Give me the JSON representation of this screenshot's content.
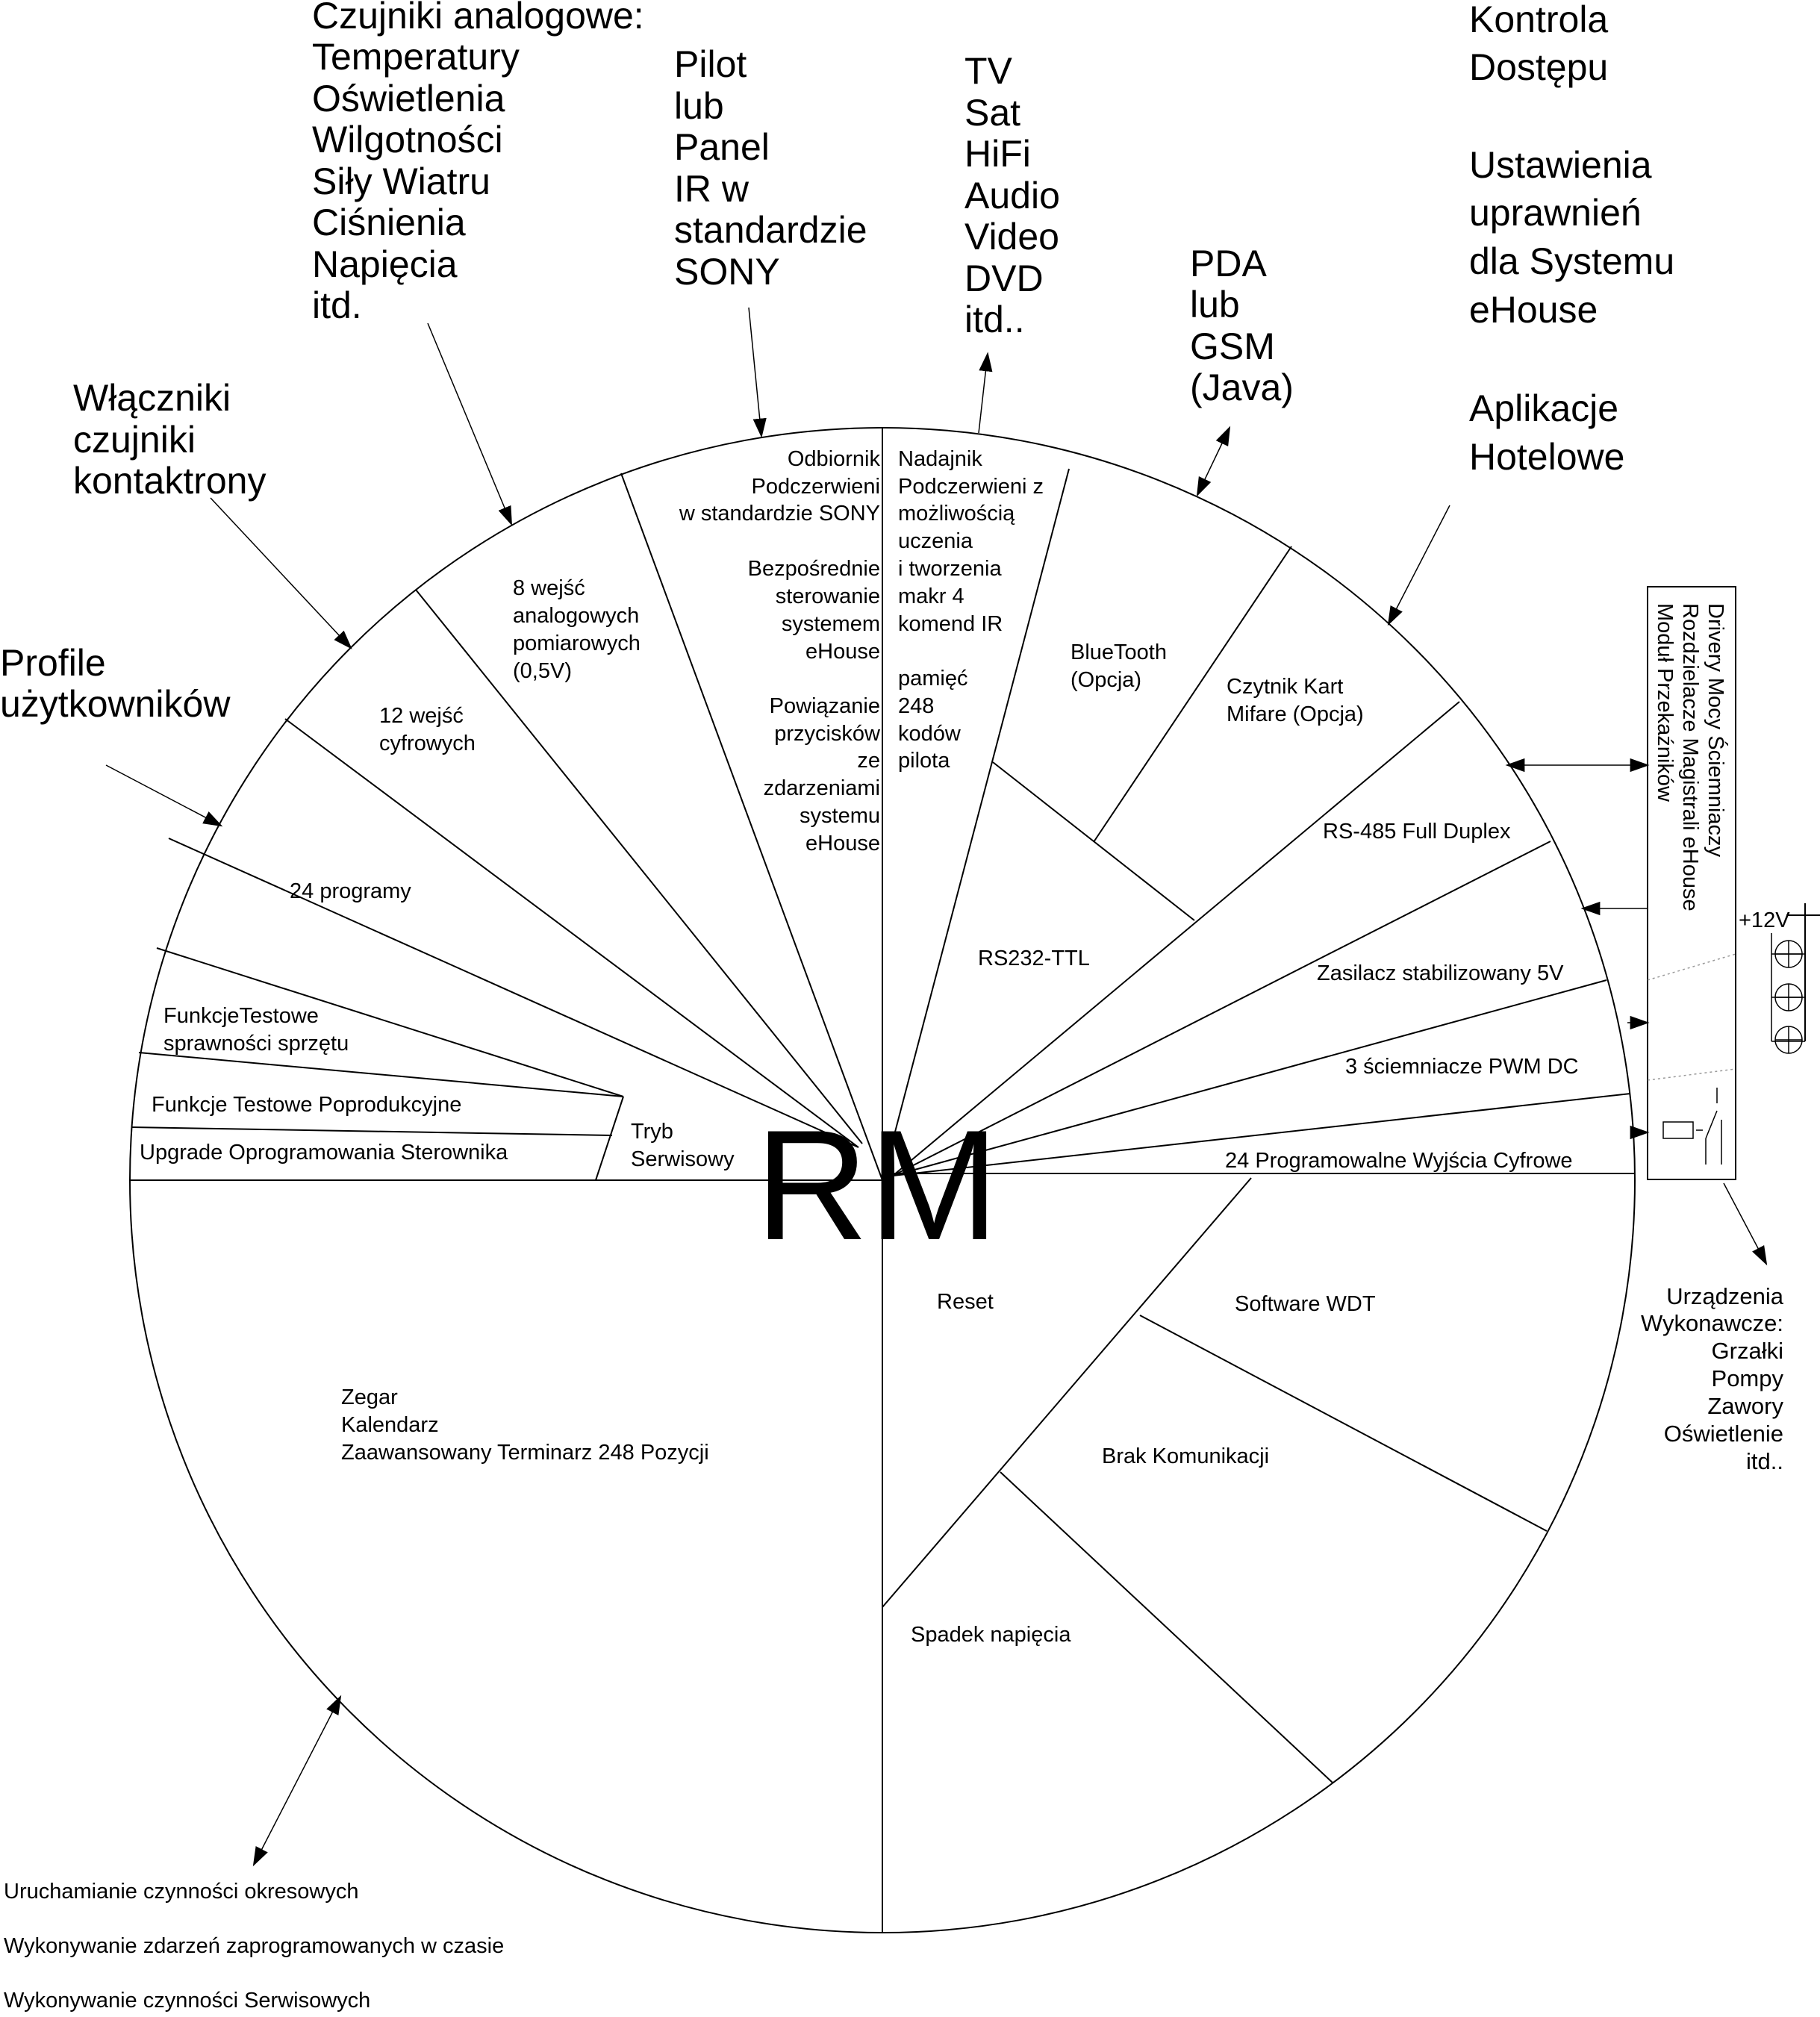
{
  "center": {
    "label": "RM"
  },
  "external": {
    "analog_sensors": [
      "Czujniki analogowe:",
      "Temperatury",
      "Oświetlenia",
      "Wilgotności",
      "Siły Wiatru",
      "Ciśnienia",
      "Napięcia",
      "itd."
    ],
    "pilot": [
      "Pilot",
      "lub",
      "Panel",
      "IR w",
      "standardzie",
      "SONY"
    ],
    "tv": [
      "TV",
      "Sat",
      "HiFi",
      "Audio",
      "Video",
      "DVD",
      "itd.."
    ],
    "pda": [
      "PDA",
      "lub",
      "GSM",
      "(Java)"
    ],
    "access": [
      "Kontrola",
      "Dostępu"
    ],
    "permissions": [
      "Ustawienia",
      "uprawnień",
      "dla Systemu",
      "eHouse"
    ],
    "hotel": [
      "Aplikacje",
      "Hotelowe"
    ],
    "switches": [
      "Włączniki",
      "czujniki",
      "kontaktrony"
    ],
    "profiles": [
      "Profile",
      "użytkowników"
    ],
    "actuators": [
      "Urządzenia",
      "Wykonawcze:",
      "Grzałki",
      "Pompy",
      "Zawory",
      "Oświetlenie",
      "itd.."
    ],
    "periodic": [
      "Uruchamianie czynności okresowych",
      "Wykonywanie zdarzeń zaprogramowanych w czasie",
      "Wykonywanie czynności Serwisowych"
    ]
  },
  "sectors": {
    "ir_receiver": [
      "Odbiornik",
      "Podczerwieni",
      "w standardzie SONY",
      "",
      "Bezpośrednie",
      "sterowanie",
      "systemem",
      "eHouse",
      "",
      "Powiązanie",
      "przycisków",
      "ze",
      "zdarzeniami",
      "systemu",
      "eHouse"
    ],
    "ir_transmitter": [
      "Nadajnik",
      "Podczerwieni z",
      "możliwością",
      "uczenia",
      "i tworzenia",
      "makr 4",
      "komend IR",
      "",
      "pamięć",
      "248",
      "kodów",
      "pilota"
    ],
    "analog_inputs": [
      "8 wejść",
      "analogowych",
      "pomiarowych",
      "(0,5V)"
    ],
    "digital_inputs": [
      "12 wejść",
      "cyfrowych"
    ],
    "programs": "24 programy",
    "bluetooth": [
      "BlueTooth",
      "(Opcja)"
    ],
    "card_reader": [
      "Czytnik Kart",
      "Mifare (Opcja)"
    ],
    "rs485": "RS-485 Full Duplex",
    "rs232": "RS232-TTL",
    "psu": "Zasilacz stabilizowany 5V",
    "dimmers": "3 ściemniacze PWM DC",
    "outputs": "24 Programowalne Wyjścia Cyfrowe",
    "test_functions": [
      "FunkcjeTestowe",
      "sprawności sprzętu"
    ],
    "post_production": "Funkcje Testowe Poprodukcyjne",
    "upgrade": "Upgrade Oprogramowania Sterownika",
    "service_mode": [
      "Tryb",
      "Serwisowy"
    ],
    "clock": [
      "Zegar",
      "Kalendarz",
      "Zaawansowany Terminarz 248 Pozycji"
    ],
    "reset": "Reset",
    "software_wdt": "Software WDT",
    "no_comm": "Brak Komunikacji",
    "voltage_drop": "Spadek napięcia"
  },
  "relay_module": {
    "labels": [
      "Moduł Przekaźników",
      "Rozdzielacze Magistrali eHouse",
      "Drivery Mocy Ściemniaczy"
    ],
    "supply": "+12V"
  }
}
